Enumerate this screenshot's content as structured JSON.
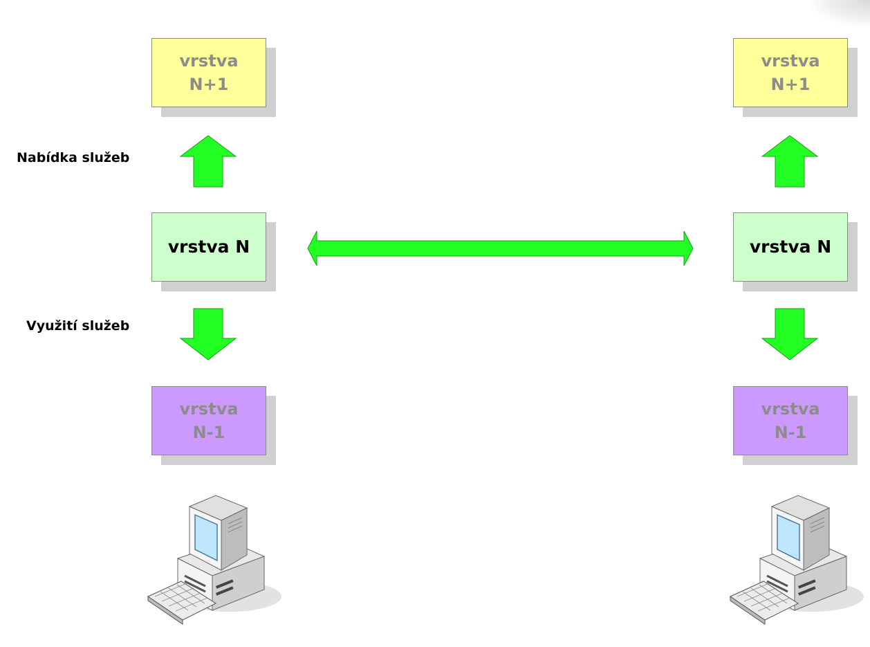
{
  "left_stack": {
    "top_box": {
      "line1": "vrstva",
      "line2": "N+1"
    },
    "mid_box": {
      "label": "vrstva N"
    },
    "bottom_box": {
      "line1": "vrstva",
      "line2": "N-1"
    }
  },
  "right_stack": {
    "top_box": {
      "line1": "vrstva",
      "line2": "N+1"
    },
    "mid_box": {
      "label": "vrstva N"
    },
    "bottom_box": {
      "line1": "vrstva",
      "line2": "N-1"
    }
  },
  "labels": {
    "offer": "Nabídka služeb",
    "use": "Využití služeb"
  },
  "colors": {
    "upper_layer": "#ffff99",
    "current_layer": "#ccffcc",
    "lower_layer": "#cc99ff",
    "arrow": "#22ff22"
  },
  "icons": [
    "arrow-up-icon",
    "arrow-down-icon",
    "double-arrow-icon",
    "computer-icon"
  ]
}
